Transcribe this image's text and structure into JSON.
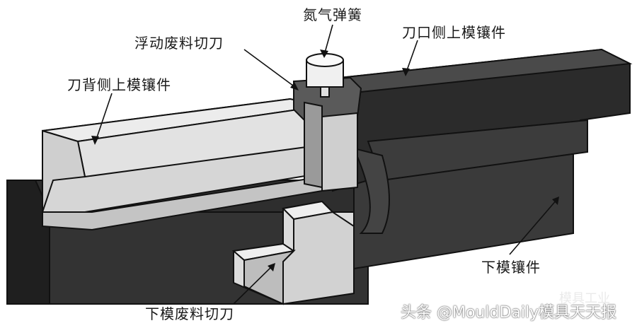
{
  "labels": {
    "nitrogen_spring": "氮气弹簧",
    "floating_scrap_cutter": "浮动废料切刀",
    "blade_side_upper_insert": "刀口侧上模镶件",
    "back_side_upper_insert": "刀背侧上模镶件",
    "lower_die_insert": "下模镶件",
    "lower_scrap_cutter": "下模废料切刀"
  },
  "watermark": {
    "faded": "模具工业",
    "credit": "头条 @MouldDaily模具天天报"
  },
  "colors": {
    "dark_part": "#2b2b2b",
    "mid_part": "#4a4a4a",
    "light_part": "#d9d9d9",
    "lighter_part": "#ececec",
    "outline": "#111111"
  }
}
